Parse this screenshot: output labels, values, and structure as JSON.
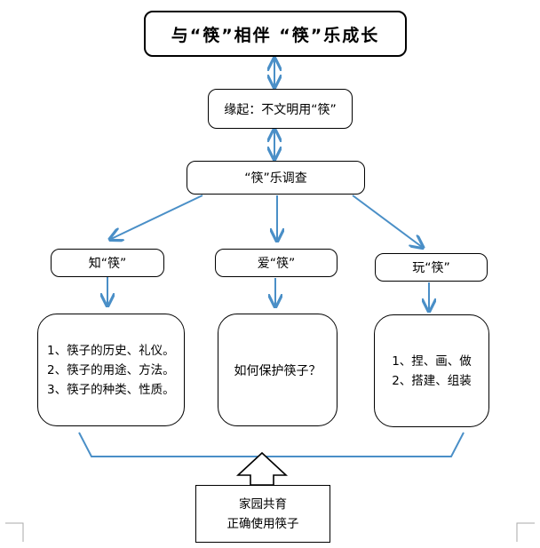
{
  "title": "与“筷”相伴  “筷”乐成长",
  "origin": "缘起：不文明用“筷”",
  "survey": "“筷”乐调查",
  "branches": {
    "know": {
      "label": "知“筷”",
      "items": [
        "1、筷子的历史、礼仪。",
        "2、筷子的用途、方法。",
        "3、筷子的种类、性质。"
      ]
    },
    "love": {
      "label": "爱“筷”",
      "text": "如何保护筷子？"
    },
    "play": {
      "label": "玩“筷”",
      "items": [
        "1、捏、画、做",
        "2、搭建、组装"
      ]
    }
  },
  "bottom": {
    "line1": "家园共育",
    "line2": "正确使用筷子"
  },
  "colors": {
    "arrow": "#4a8fc7",
    "border": "#000000"
  }
}
